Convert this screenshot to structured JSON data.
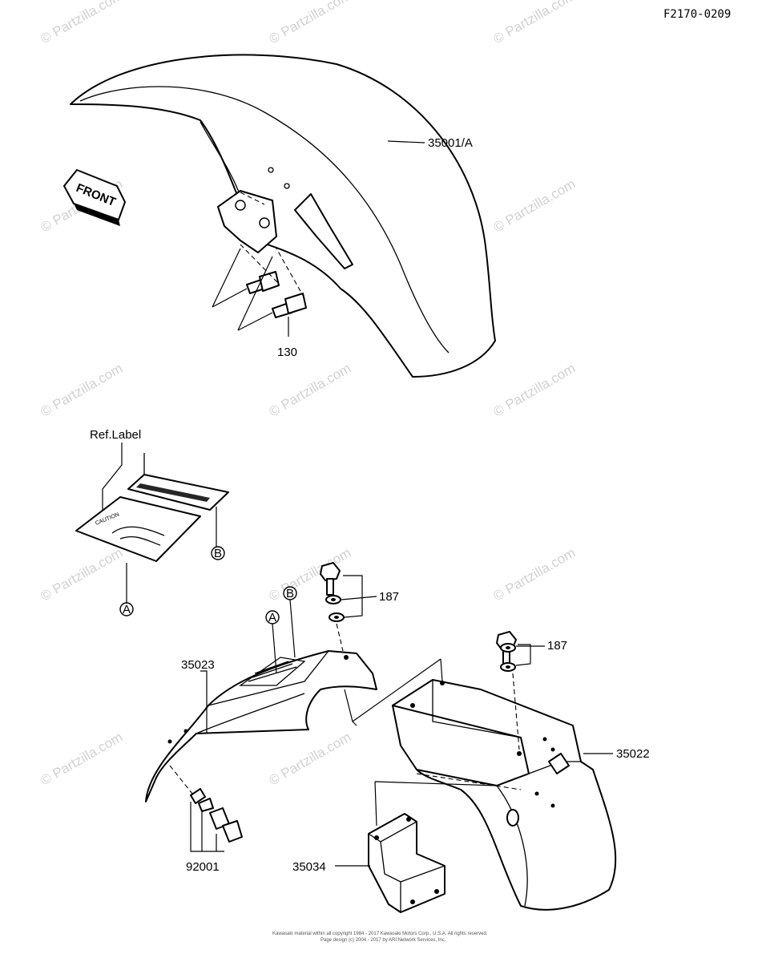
{
  "diagram_code": "F2170-0209",
  "front_arrow_text": "FRONT",
  "watermark_text": "© Partzilla.com",
  "ref_label_caption": "Ref.Label",
  "caution_text": "CAUTION",
  "callouts": {
    "a": "A",
    "b": "B"
  },
  "parts": {
    "front_fender": "35001/A",
    "front_bolt": "130",
    "front_rear_fender": "35023",
    "rear_fender": "35022",
    "bracket": "35034",
    "bolt_washers_1": "187",
    "bolt_washers_2": "187",
    "lower_bolt": "92001"
  },
  "copyright_line_1": "Kawasaki material within all copyright 1984 - 2017 Kawasaki Motors Corp., U.S.A. All rights reserved.",
  "copyright_line_2": "Page design (c) 2004 - 2017 by ARI Network Services, Inc."
}
